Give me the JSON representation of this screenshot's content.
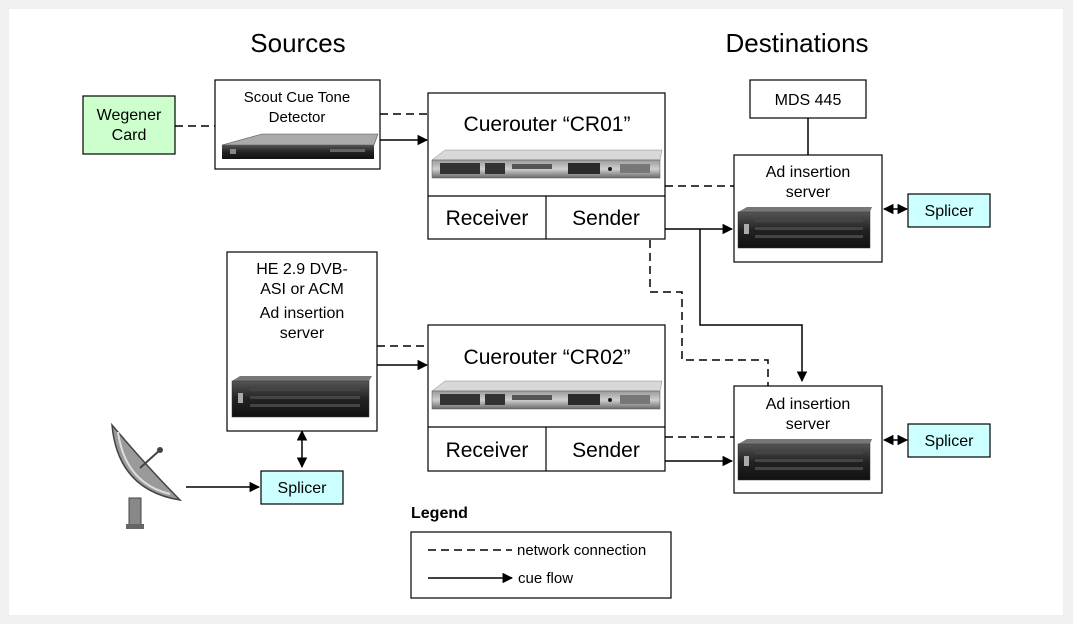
{
  "headers": {
    "sources": "Sources",
    "destinations": "Destinations"
  },
  "nodes": {
    "wegener": {
      "line1": "Wegener",
      "line2": "Card",
      "fill": "#ccffcc"
    },
    "scout": {
      "line1": "Scout Cue Tone",
      "line2": "Detector"
    },
    "cr01": {
      "title": "Cuerouter “CR01”",
      "receiver": "Receiver",
      "sender": "Sender"
    },
    "cr02": {
      "title": "Cuerouter “CR02”",
      "receiver": "Receiver",
      "sender": "Sender"
    },
    "he": {
      "line1": "HE 2.9 DVB-",
      "line2": "ASI or ACM",
      "line3": "Ad insertion",
      "line4": "server"
    },
    "mds": {
      "label": "MDS 445"
    },
    "ad_top": {
      "line1": "Ad insertion",
      "line2": "server"
    },
    "ad_bottom": {
      "line1": "Ad insertion",
      "line2": "server"
    },
    "splicer_top": {
      "label": "Splicer"
    },
    "splicer_bottom_right": {
      "label": "Splicer"
    },
    "splicer_bottom_left": {
      "label": "Splicer"
    }
  },
  "colors": {
    "splicer_fill": "#ccffff",
    "wegener_fill": "#ccffcc"
  },
  "legend": {
    "title": "Legend",
    "network": "network connection",
    "cue": "cue flow"
  }
}
